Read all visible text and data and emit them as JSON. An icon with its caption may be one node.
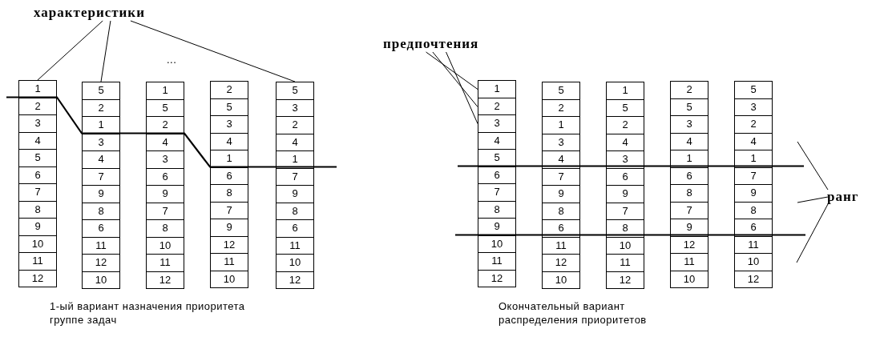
{
  "diagram": {
    "nodes": [
      {
        "text": [
          "характеристики"
        ]
      },
      {
        "text": [
          "1"
        ]
      },
      {
        "text": [
          "2"
        ]
      },
      {
        "text": [
          "3"
        ]
      },
      {
        "text": [
          "4"
        ]
      },
      {
        "text": [
          "5"
        ]
      },
      {
        "text": [
          "6"
        ]
      },
      {
        "text": [
          "7"
        ]
      },
      {
        "text": [
          "8"
        ]
      },
      {
        "text": [
          "9"
        ]
      },
      {
        "text": [
          "10"
        ]
      },
      {
        "text": [
          "11"
        ]
      },
      {
        "text": [
          "12"
        ]
      },
      {
        "text": [
          "5"
        ]
      },
      {
        "text": [
          "2"
        ]
      },
      {
        "text": [
          "1"
        ]
      },
      {
        "text": [
          "3"
        ]
      },
      {
        "text": [
          "4"
        ]
      },
      {
        "text": [
          "7"
        ]
      },
      {
        "text": [
          "9"
        ]
      },
      {
        "text": [
          "8"
        ]
      },
      {
        "text": [
          "6"
        ]
      },
      {
        "text": [
          "11"
        ]
      },
      {
        "text": [
          "12"
        ]
      },
      {
        "text": [
          "10"
        ]
      },
      {
        "text": [
          "1"
        ]
      },
      {
        "text": [
          "5"
        ]
      },
      {
        "text": [
          "2"
        ]
      },
      {
        "text": [
          "4"
        ]
      },
      {
        "text": [
          "3"
        ]
      },
      {
        "text": [
          "6"
        ]
      },
      {
        "text": [
          "9"
        ]
      },
      {
        "text": [
          "7"
        ]
      },
      {
        "text": [
          "8"
        ]
      },
      {
        "text": [
          "10"
        ]
      },
      {
        "text": [
          "11"
        ]
      },
      {
        "text": [
          "12"
        ]
      },
      {
        "text": [
          "2"
        ]
      },
      {
        "text": [
          "5"
        ]
      },
      {
        "text": [
          "3"
        ]
      },
      {
        "text": [
          "4"
        ]
      },
      {
        "text": [
          "1"
        ]
      },
      {
        "text": [
          "6"
        ]
      },
      {
        "text": [
          "8"
        ]
      },
      {
        "text": [
          "7"
        ]
      },
      {
        "text": [
          "9"
        ]
      },
      {
        "text": [
          "12"
        ]
      },
      {
        "text": [
          "11"
        ]
      },
      {
        "text": [
          "10"
        ]
      },
      {
        "text": [
          "5"
        ]
      },
      {
        "text": [
          "3"
        ]
      },
      {
        "text": [
          "2"
        ]
      },
      {
        "text": [
          "4"
        ]
      },
      {
        "text": [
          "1"
        ]
      },
      {
        "text": [
          "7"
        ]
      },
      {
        "text": [
          "9"
        ]
      },
      {
        "text": [
          "8"
        ]
      },
      {
        "text": [
          "6"
        ]
      },
      {
        "text": [
          "11"
        ]
      },
      {
        "text": [
          "10"
        ]
      },
      {
        "text": [
          "12"
        ]
      },
      {
        "text": [
          "предпочтения"
        ]
      },
      {
        "text": [
          "1"
        ]
      },
      {
        "text": [
          "2"
        ]
      },
      {
        "text": [
          "3"
        ]
      },
      {
        "text": [
          "4"
        ]
      },
      {
        "text": [
          "5"
        ]
      },
      {
        "text": [
          "6"
        ]
      },
      {
        "text": [
          "7"
        ]
      },
      {
        "text": [
          "8"
        ]
      },
      {
        "text": [
          "9"
        ]
      },
      {
        "text": [
          "10"
        ]
      },
      {
        "text": [
          "11"
        ]
      },
      {
        "text": [
          "12"
        ]
      },
      {
        "text": [
          "5"
        ]
      },
      {
        "text": [
          "2"
        ]
      },
      {
        "text": [
          "1"
        ]
      },
      {
        "text": [
          "3"
        ]
      },
      {
        "text": [
          "4"
        ]
      },
      {
        "text": [
          "7"
        ]
      },
      {
        "text": [
          "9"
        ]
      },
      {
        "text": [
          "8"
        ]
      },
      {
        "text": [
          "6"
        ]
      },
      {
        "text": [
          "11"
        ]
      },
      {
        "text": [
          "12"
        ]
      },
      {
        "text": [
          "10"
        ]
      },
      {
        "text": [
          "1"
        ]
      },
      {
        "text": [
          "5"
        ]
      },
      {
        "text": [
          "2"
        ]
      },
      {
        "text": [
          "4"
        ]
      },
      {
        "text": [
          "3"
        ]
      },
      {
        "text": [
          "6"
        ]
      },
      {
        "text": [
          "9"
        ]
      },
      {
        "text": [
          "7"
        ]
      },
      {
        "text": [
          "8"
        ]
      },
      {
        "text": [
          "10"
        ]
      },
      {
        "text": [
          "11"
        ]
      },
      {
        "text": [
          "12"
        ]
      },
      {
        "text": [
          "2"
        ]
      },
      {
        "text": [
          "5"
        ]
      },
      {
        "text": [
          "3"
        ]
      },
      {
        "text": [
          "4"
        ]
      },
      {
        "text": [
          "1"
        ]
      },
      {
        "text": [
          "6"
        ]
      },
      {
        "text": [
          "8"
        ]
      },
      {
        "text": [
          "7"
        ]
      },
      {
        "text": [
          "9"
        ]
      },
      {
        "text": [
          "12"
        ]
      },
      {
        "text": [
          "11"
        ]
      },
      {
        "text": [
          "10"
        ]
      },
      {
        "text": [
          "5"
        ]
      },
      {
        "text": [
          "3"
        ]
      },
      {
        "text": [
          "2"
        ]
      },
      {
        "text": [
          "4"
        ]
      },
      {
        "text": [
          "1"
        ]
      },
      {
        "text": [
          "7"
        ]
      },
      {
        "text": [
          "9"
        ]
      },
      {
        "text": [
          "8"
        ]
      },
      {
        "text": [
          "6"
        ]
      },
      {
        "text": [
          "11"
        ]
      },
      {
        "text": [
          "10"
        ]
      },
      {
        "text": [
          "12"
        ]
      },
      {
        "text": [
          "ранг"
        ]
      }
    ],
    "edges": [
      {
        "from": 0,
        "to": 1,
        "arrow": "none"
      },
      {
        "from": 0,
        "to": 13,
        "arrow": "none"
      },
      {
        "from": 0,
        "to": 49,
        "arrow": "none"
      },
      {
        "from": 61,
        "to": 62,
        "arrow": "none"
      },
      {
        "from": 61,
        "to": 63,
        "arrow": "none"
      },
      {
        "from": 61,
        "to": 64,
        "arrow": "none"
      },
      {
        "from": 122,
        "to": null,
        "arrow": "none"
      },
      {
        "from": 122,
        "to": null,
        "arrow": "none"
      },
      {
        "from": 122,
        "to": null,
        "arrow": "none"
      }
    ],
    "labels": [
      "...",
      "1-ый вариант назначения приоритета группе задач",
      "Окончательный вариант распределения приоритетов"
    ]
  }
}
